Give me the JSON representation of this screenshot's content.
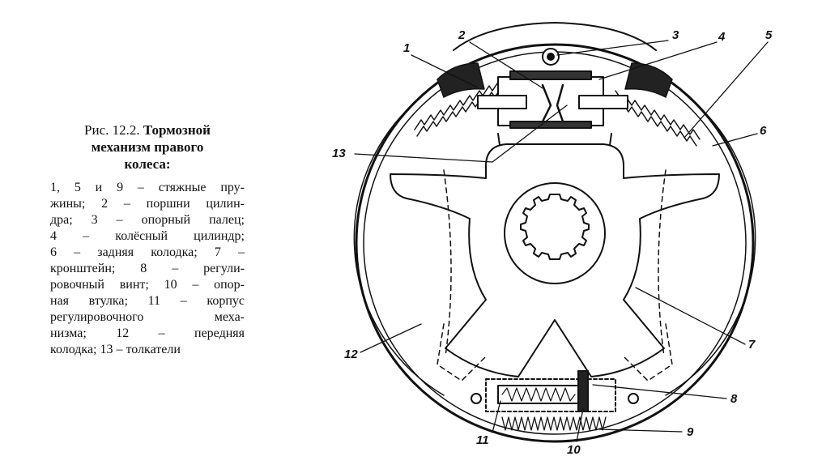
{
  "caption": {
    "prefix": "Рис. 12.2.",
    "title_line1": "Тормозной",
    "title_line2": "механизм правого",
    "title_line3": "колеса:",
    "body_lines": [
      "1, 5 и 9 – стяжные пру-",
      "жины; 2 – поршни цилин-",
      "дра; 3 – опорный палец;",
      "4 – колёсный цилиндр;",
      "6 – задняя колодка; 7 –",
      "кронштейн; 8 – регули-",
      "ровочный винт; 10 – опор-",
      "ная втулка; 11 – корпус",
      "регулировочного меха-",
      "низма; 12 – передняя",
      "колодка; 13 – толкатели"
    ]
  },
  "labels": [
    "1",
    "2",
    "3",
    "4",
    "5",
    "6",
    "7",
    "8",
    "9",
    "10",
    "11",
    "12",
    "13"
  ],
  "colors": {
    "ink": "#111111",
    "paper": "#ffffff"
  }
}
